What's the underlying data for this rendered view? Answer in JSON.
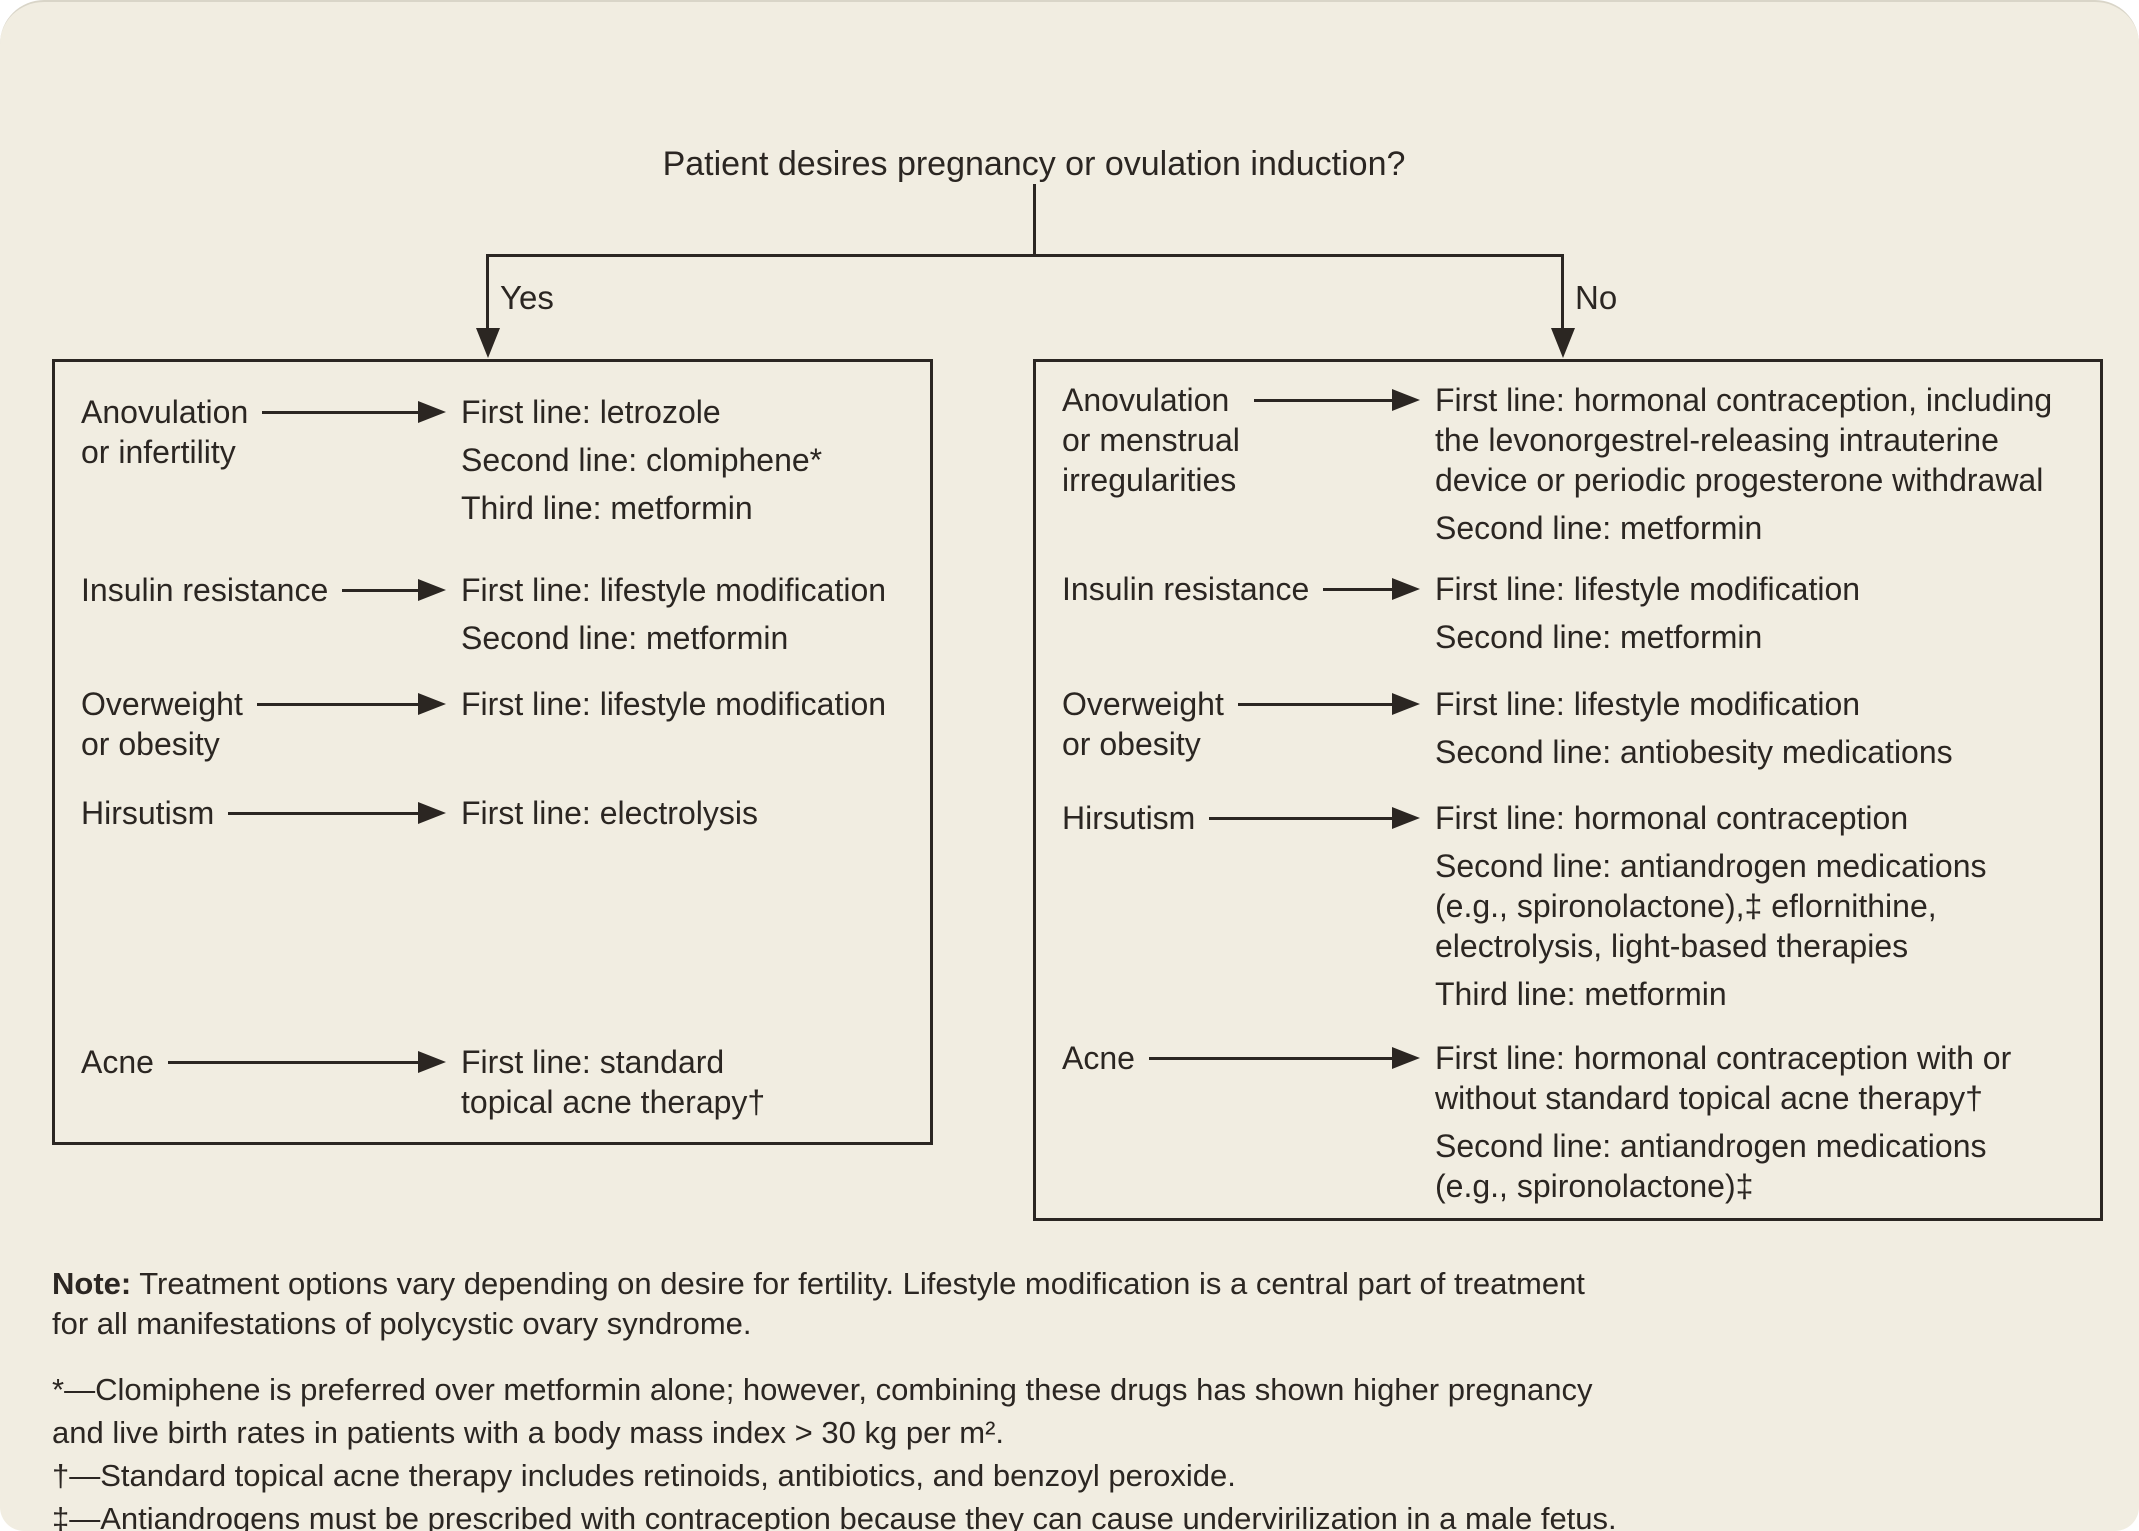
{
  "colors": {
    "background": "#f1ede1",
    "ink": "#2b2622",
    "page": "#ffffff"
  },
  "flow": {
    "question": "Patient desires pregnancy or ovulation induction?",
    "yes_label": "Yes",
    "no_label": "No"
  },
  "yes_box": {
    "rows": [
      {
        "label_lines": [
          "Anovulation",
          "or infertility"
        ],
        "treatments": [
          {
            "lines": [
              "First line: letrozole"
            ]
          },
          {
            "lines": [
              "Second line: clomiphene*"
            ]
          },
          {
            "lines": [
              "Third line: metformin"
            ]
          }
        ],
        "margin_top": 6
      },
      {
        "label_lines": [
          "Insulin resistance"
        ],
        "treatments": [
          {
            "lines": [
              "First line: lifestyle modification"
            ]
          },
          {
            "lines": [
              "Second line: metformin"
            ]
          }
        ],
        "margin_top": 42
      },
      {
        "label_lines": [
          "Overweight",
          "or obesity"
        ],
        "treatments": [
          {
            "lines": [
              "First line: lifestyle modification"
            ]
          }
        ],
        "margin_top": 26
      },
      {
        "label_lines": [
          "Hirsutism"
        ],
        "treatments": [
          {
            "lines": [
              "First line: electrolysis"
            ]
          }
        ],
        "margin_top": 29
      },
      {
        "label_lines": [
          "Acne"
        ],
        "treatments": [
          {
            "lines": [
              "First line: standard",
              "topical acne therapy†"
            ]
          }
        ],
        "margin_top": 209
      }
    ]
  },
  "no_box": {
    "rows": [
      {
        "label_lines": [
          "Anovulation",
          "or menstrual",
          "irregularities"
        ],
        "treatments": [
          {
            "lines": [
              "First line: hormonal contraception, including",
              "the levonorgestrel-releasing intrauterine",
              "device or periodic progesterone withdrawal"
            ]
          },
          {
            "lines": [
              "Second line: metformin"
            ]
          }
        ],
        "margin_top": 4
      },
      {
        "label_lines": [
          "Insulin resistance"
        ],
        "treatments": [
          {
            "lines": [
              "First line: lifestyle modification"
            ]
          },
          {
            "lines": [
              "Second line: metformin"
            ]
          }
        ],
        "margin_top": 21
      },
      {
        "label_lines": [
          "Overweight",
          "or obesity"
        ],
        "treatments": [
          {
            "lines": [
              "First line: lifestyle modification"
            ]
          },
          {
            "lines": [
              "Second line: antiobesity medications"
            ]
          }
        ],
        "margin_top": 27
      },
      {
        "label_lines": [
          "Hirsutism"
        ],
        "treatments": [
          {
            "lines": [
              "First line: hormonal contraception"
            ]
          },
          {
            "lines": [
              "Second line: antiandrogen medications",
              "(e.g., spironolactone),‡ eflornithine,",
              "electrolysis, light-based therapies"
            ]
          },
          {
            "lines": [
              "Third line: metformin"
            ]
          }
        ],
        "margin_top": 26
      },
      {
        "label_lines": [
          "Acne"
        ],
        "treatments": [
          {
            "lines": [
              "First line: hormonal contraception with or",
              "without standard topical acne therapy†"
            ]
          },
          {
            "lines": [
              "Second line: antiandrogen medications",
              "(e.g., spironolactone)‡"
            ]
          }
        ],
        "margin_top": 24
      }
    ]
  },
  "note": {
    "label": "Note:",
    "line1_rest": " Treatment options vary depending on desire for fertility. Lifestyle modification is a central part of treatment",
    "line2": "for all manifestations of polycystic ovary syndrome."
  },
  "footnotes": [
    {
      "lines": [
        "*—Clomiphene is preferred over metformin alone; however, combining these drugs has shown higher pregnancy",
        "and live birth rates in patients with a body mass index > 30 kg per m²."
      ]
    },
    {
      "lines": [
        "†—Standard topical acne therapy includes retinoids, antibiotics, and benzoyl peroxide."
      ]
    },
    {
      "lines": [
        "‡—Antiandrogens must be prescribed with contraception because they can cause undervirilization in a male fetus."
      ]
    }
  ]
}
